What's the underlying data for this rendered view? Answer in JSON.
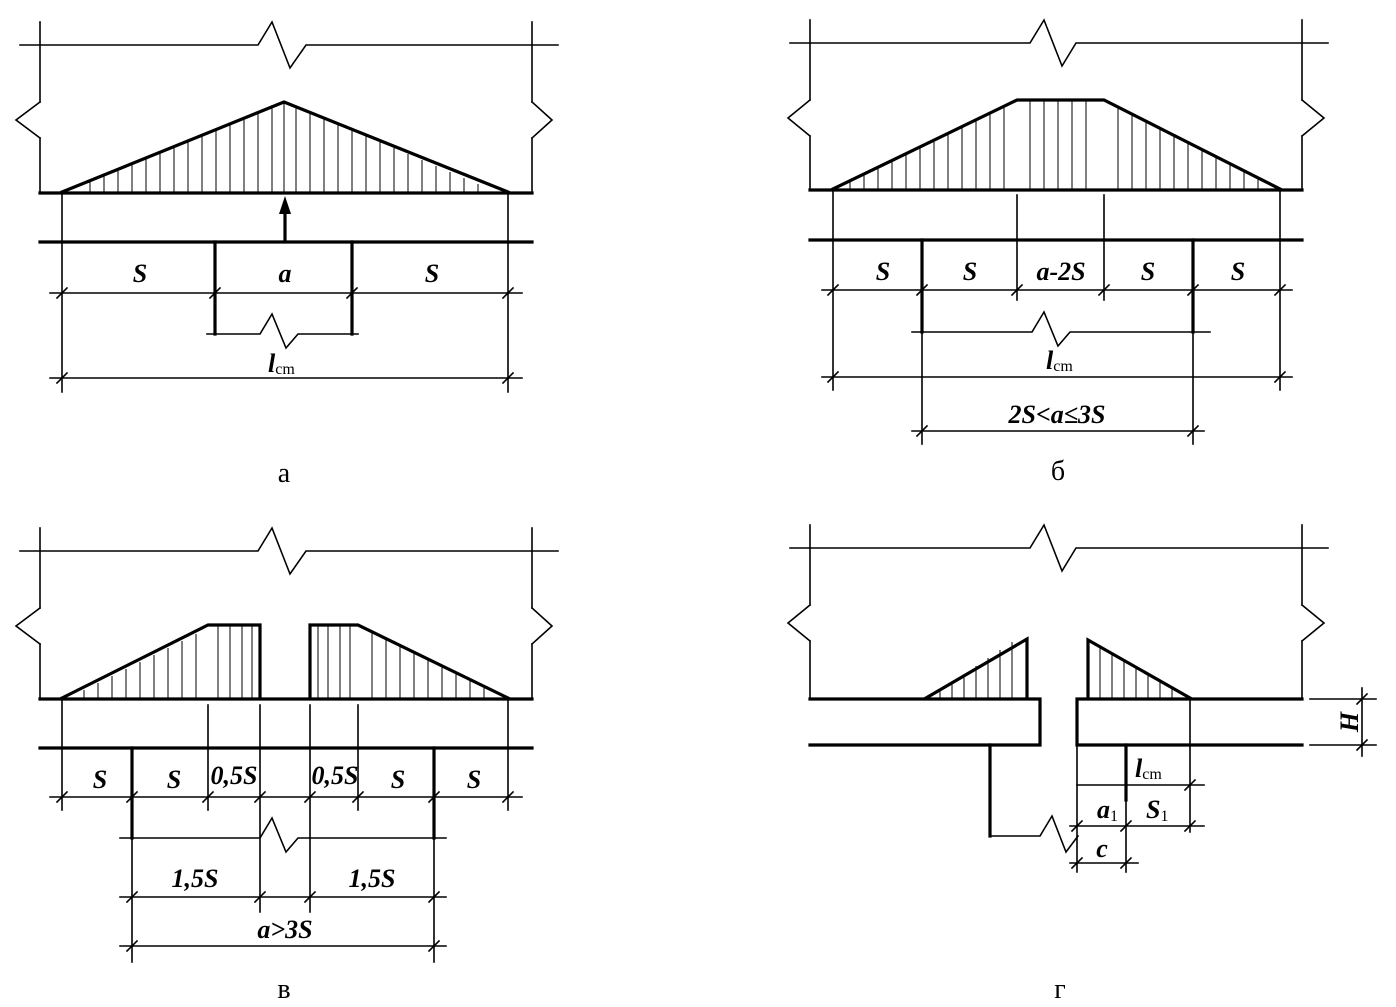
{
  "panels": {
    "a": {
      "caption": "а",
      "labels": {
        "s_left": "S",
        "a": "a",
        "s_right": "S",
        "l_main": "l",
        "l_sub": "cm"
      }
    },
    "b": {
      "caption": "б",
      "labels": {
        "s1": "S",
        "s2": "S",
        "a_2s": "a-2S",
        "s3": "S",
        "s4": "S",
        "l_main": "l",
        "l_sub": "cm",
        "condition": "2S<a≤3S"
      }
    },
    "v": {
      "caption": "в",
      "labels": {
        "s1": "S",
        "s2": "S",
        "half1": "0,5S",
        "half2": "0,5S",
        "s3": "S",
        "s4": "S",
        "one_half_left": "1,5S",
        "one_half_right": "1,5S",
        "condition": "a>3S"
      }
    },
    "g": {
      "caption": "г",
      "labels": {
        "h": "H",
        "l_main": "l",
        "l_sub": "cm",
        "a1_main": "a",
        "a1_sub": "1",
        "s1_main": "S",
        "s1_sub": "1",
        "c": "c"
      }
    }
  }
}
